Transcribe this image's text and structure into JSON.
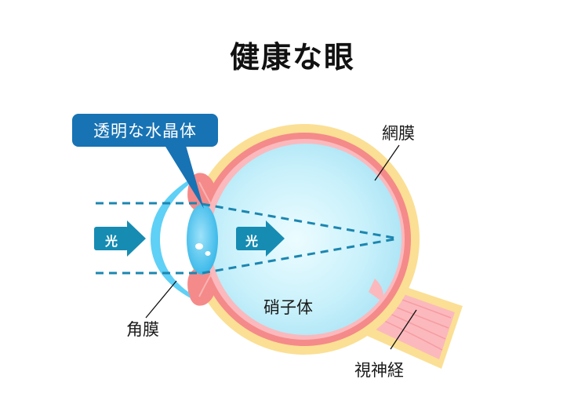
{
  "title": "健康な眼",
  "callout": {
    "label": "透明な水晶体"
  },
  "labels": {
    "retina": "網膜",
    "cornea": "角膜",
    "vitreous": "硝子体",
    "optic_nerve": "視神経"
  },
  "arrows": [
    {
      "label": "光"
    },
    {
      "label": "光"
    }
  ],
  "colors": {
    "sclera": "#fbdf94",
    "choroid": "#f58a8a",
    "retina": "#fbb9bd",
    "vitreous_center": "#e9fbff",
    "vitreous_edge": "#aee6f7",
    "lens": "#44c2ee",
    "cornea": "#5fd0f6",
    "callout": "#1773b4",
    "arrow": "#168cb3",
    "dash_line": "#1c86b0"
  }
}
